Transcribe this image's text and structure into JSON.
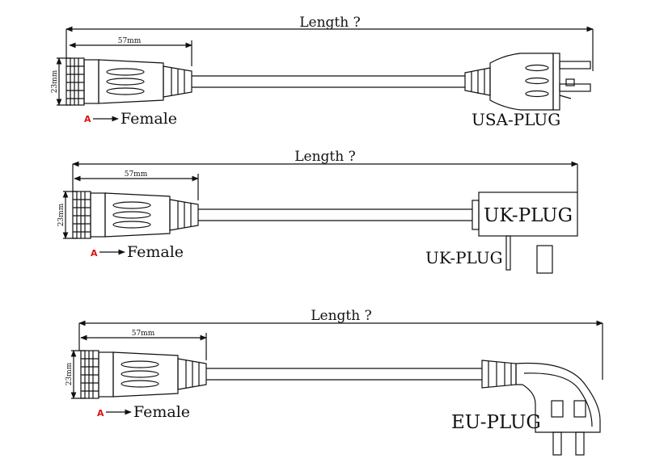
{
  "colors": {
    "line": "#111111",
    "marker": "#dd1111",
    "background": "#ffffff"
  },
  "cables": [
    {
      "length_label": "Length ?",
      "width_label": "57mm",
      "height_label": "23mm",
      "marker_label": "A",
      "connector_label": "Female",
      "plug_label": "USA-PLUG",
      "plug_type": "usa"
    },
    {
      "length_label": "Length ?",
      "width_label": "57mm",
      "height_label": "23mm",
      "marker_label": "A",
      "connector_label": "Female",
      "plug_label": "UK-PLUG",
      "plug_box_label": "UK-PLUG",
      "plug_type": "uk"
    },
    {
      "length_label": "Length ?",
      "width_label": "57mm",
      "height_label": "23mm",
      "marker_label": "A",
      "connector_label": "Female",
      "plug_label": "EU-PLUG",
      "plug_type": "eu"
    }
  ]
}
